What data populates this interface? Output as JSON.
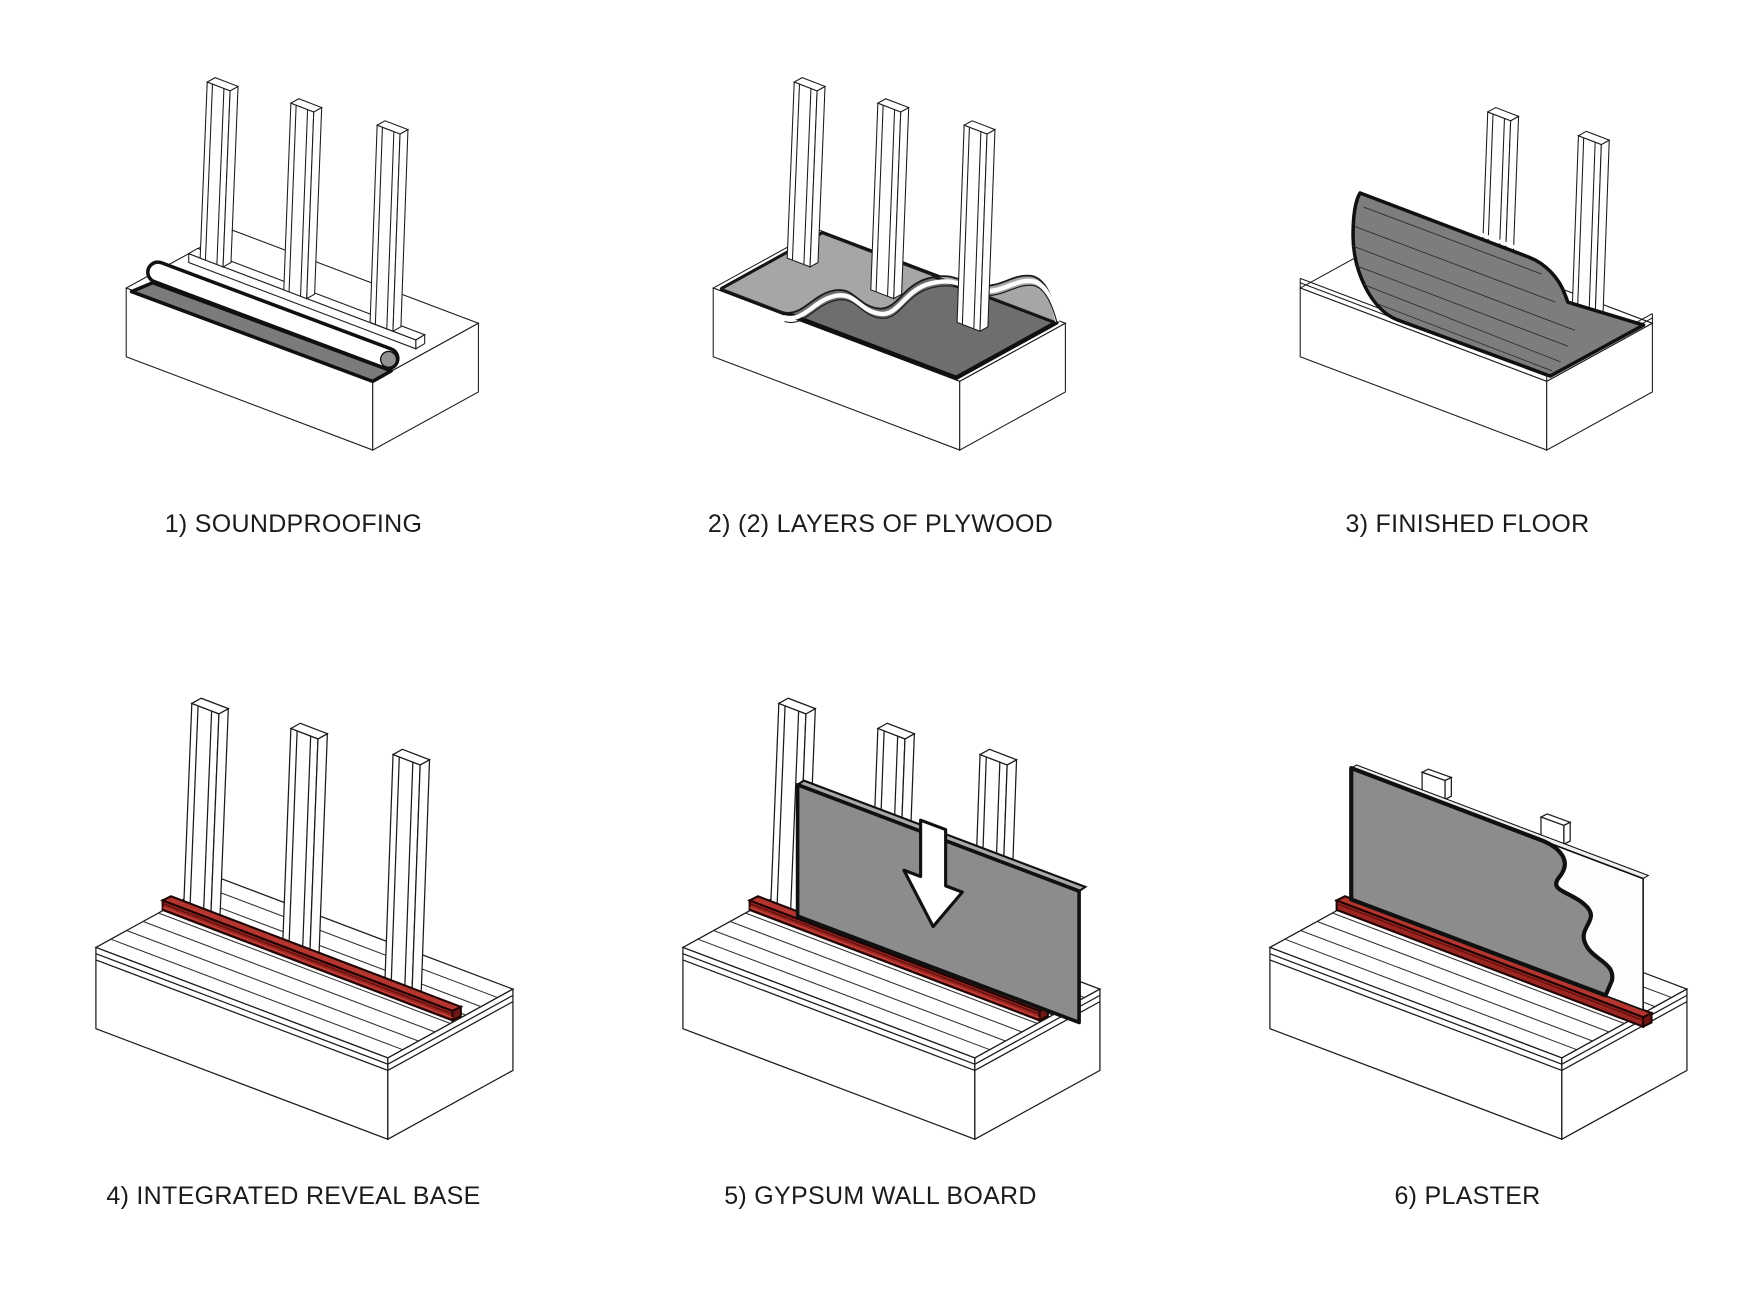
{
  "title": "Floor and wall assembly sequence diagram",
  "background": "#ffffff",
  "colors": {
    "line": "#1a1a1a",
    "soundproofing_mat_gray": "#7b7b7b",
    "plywood_light_gray": "#a6a6a6",
    "underlayment_dark_gray": "#6e6e6e",
    "finished_floor_gray": "#7d7d7d",
    "gypsum_board_gray": "#8c8c8c",
    "plaster_gray": "#8c8c8c",
    "reveal_base_red": "#9b2521",
    "reveal_base_red_dark": "#5d100d",
    "reveal_base_red_light": "#c8453d"
  },
  "panels": [
    {
      "id": "soundproofing",
      "step": "1",
      "caption": "1) SOUNDPROOFING"
    },
    {
      "id": "plywood",
      "step": "2",
      "caption": "2) (2) LAYERS OF PLYWOOD"
    },
    {
      "id": "finished-floor",
      "step": "3",
      "caption": "3) FINISHED FLOOR"
    },
    {
      "id": "reveal-base",
      "step": "4",
      "caption": "4) INTEGRATED REVEAL BASE"
    },
    {
      "id": "gypsum",
      "step": "5",
      "caption": "5) GYPSUM WALL BOARD"
    },
    {
      "id": "plaster",
      "step": "6",
      "caption": "6) PLASTER"
    }
  ]
}
